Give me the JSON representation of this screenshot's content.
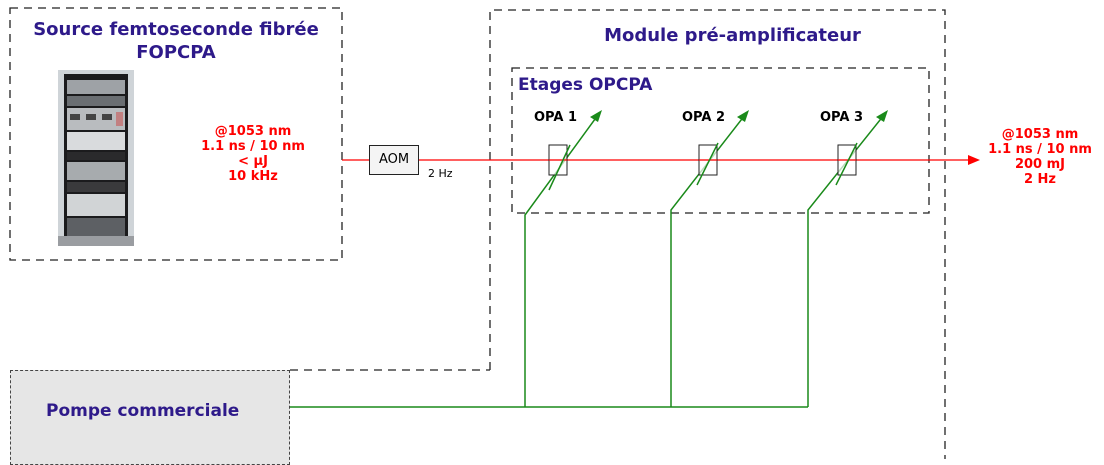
{
  "source": {
    "title_line1": "Source femtoseconde fibrée",
    "title_line2": "FOPCPA",
    "specs": [
      "@1053 nm",
      "1.1 ns / 10 nm",
      "< µJ",
      "10 kHz"
    ]
  },
  "aom": {
    "label": "AOM",
    "rate": "2 Hz"
  },
  "module": {
    "title": "Module pré-amplificateur",
    "stages_title": "Etages OPCPA",
    "stages": [
      "OPA 1",
      "OPA 2",
      "OPA 3"
    ]
  },
  "output": {
    "specs": [
      "@1053 nm",
      "1.1 ns / 10 nm",
      "200 mJ",
      "2 Hz"
    ]
  },
  "pump": {
    "label": "Pompe commerciale"
  },
  "colors": {
    "title": "#2e1a8a",
    "beam": "#ff0000",
    "pump_beam": "#1a8a1a",
    "box_border": "#222222"
  }
}
